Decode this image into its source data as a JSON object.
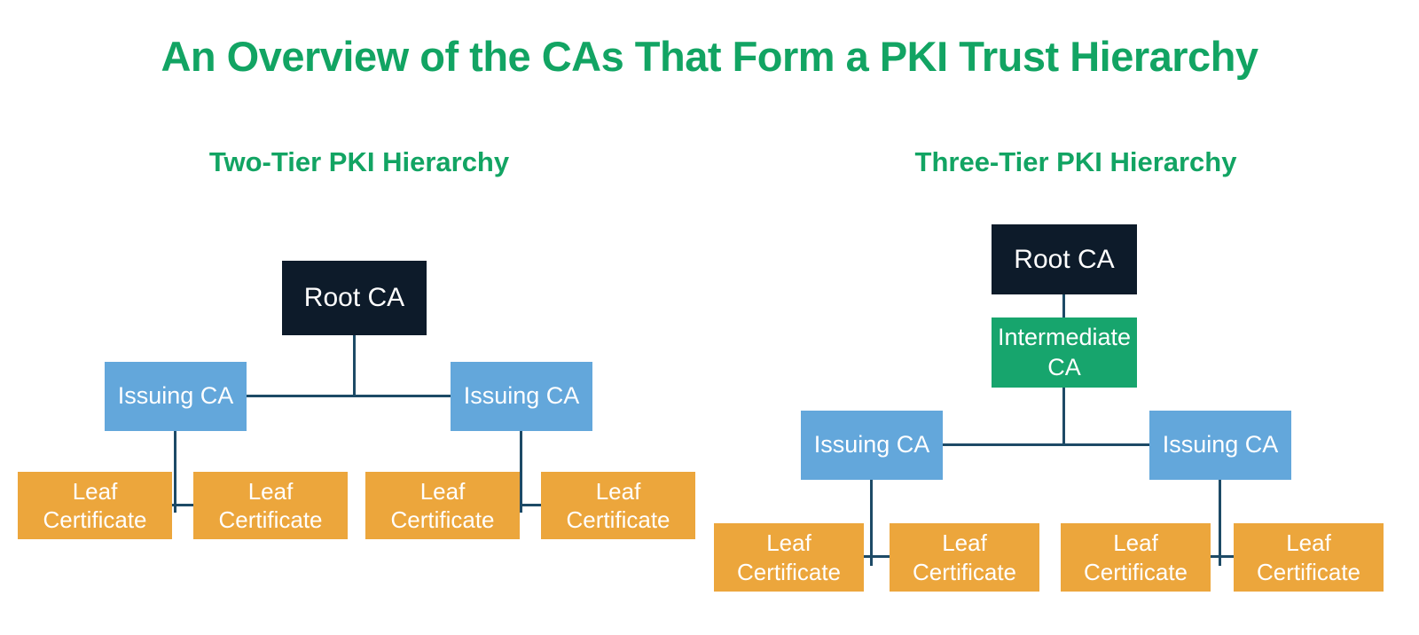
{
  "title": "An Overview of the CAs That Form a PKI Trust Hierarchy",
  "colors": {
    "title_green": "#12a463",
    "root_navy": "#0d1b2a",
    "issuing_blue": "#63a7db",
    "intermediate_green": "#17a56d",
    "leaf_orange": "#eca63c",
    "connector_line": "#1d4a66",
    "node_text": "#ffffff",
    "background": "#ffffff"
  },
  "two_tier": {
    "heading": "Two-Tier PKI Hierarchy",
    "root": "Root CA",
    "issuing_left": "Issuing CA",
    "issuing_right": "Issuing CA",
    "leaves": [
      "Leaf Certificate",
      "Leaf Certificate",
      "Leaf Certificate",
      "Leaf Certificate"
    ]
  },
  "three_tier": {
    "heading": "Three-Tier PKI Hierarchy",
    "root": "Root CA",
    "intermediate": "Intermediate CA",
    "issuing_left": "Issuing CA",
    "issuing_right": "Issuing CA",
    "leaves": [
      "Leaf Certificate",
      "Leaf Certificate",
      "Leaf Certificate",
      "Leaf Certificate"
    ]
  }
}
